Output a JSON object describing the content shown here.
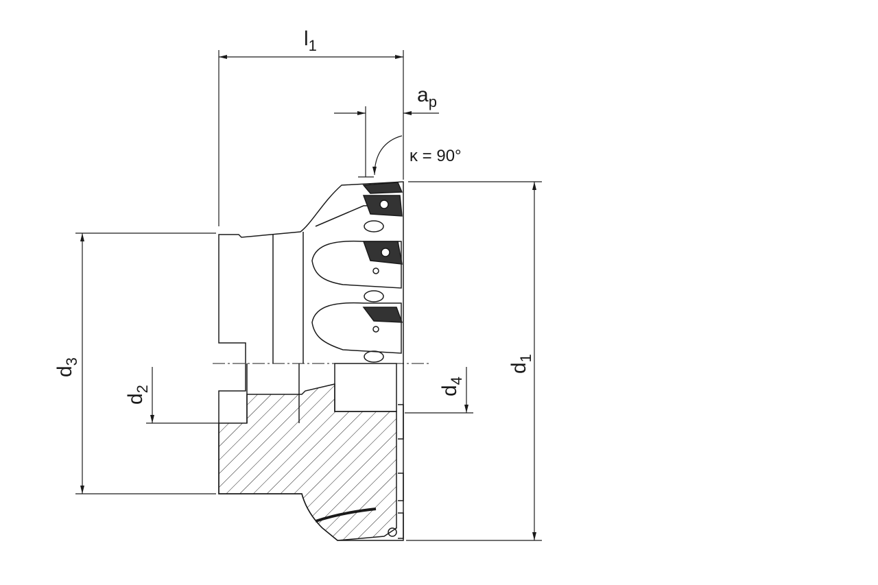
{
  "drawing": {
    "labels": {
      "l1": {
        "main": "l",
        "sub": "1"
      },
      "ap": {
        "main": "a",
        "sub": "p"
      },
      "kappa": "κ = 90°",
      "d1": {
        "main": "d",
        "sub": "1"
      },
      "d2": {
        "main": "d",
        "sub": "2"
      },
      "d3": {
        "main": "d",
        "sub": "3"
      },
      "d4": {
        "main": "d",
        "sub": "4"
      }
    },
    "colors": {
      "line": "#1a1a1a",
      "background": "#ffffff"
    }
  }
}
